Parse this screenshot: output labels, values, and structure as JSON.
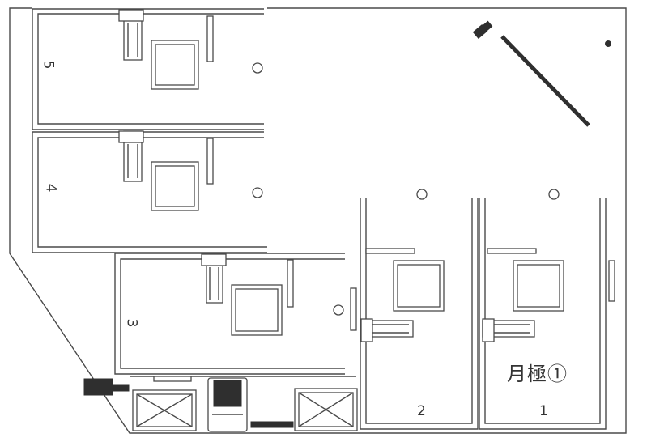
{
  "plan": {
    "space_labels": {
      "space_5": "5",
      "space_4": "4",
      "space_3": "3",
      "space_2": "2",
      "space_1": "1"
    },
    "monthly_label": "月極①"
  },
  "colors": {
    "line": "#4a4a4a",
    "fill_dark": "#2f2f2f",
    "background": "#ffffff"
  }
}
